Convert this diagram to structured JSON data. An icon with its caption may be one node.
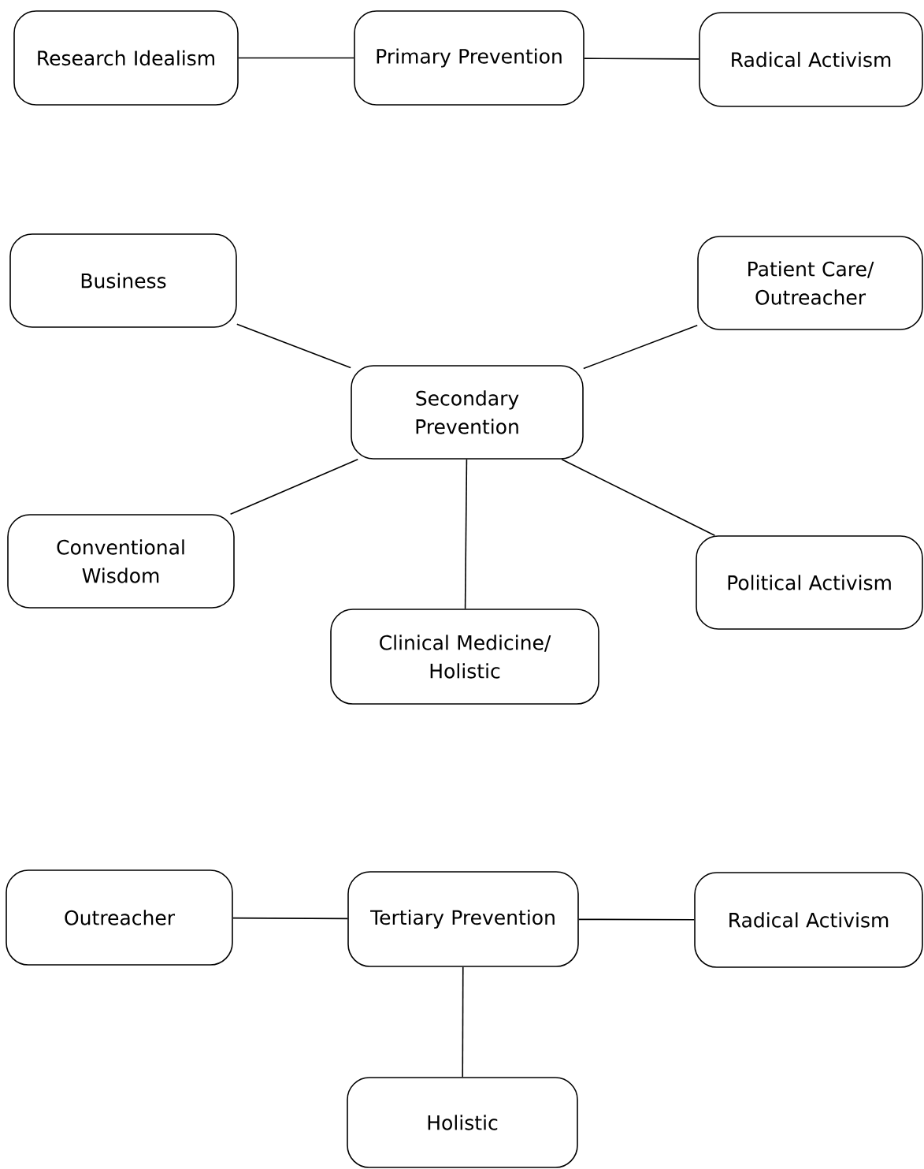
{
  "diagram": {
    "nodes": [
      {
        "text": [
          "Research Idealism"
        ]
      },
      {
        "text": [
          "Primary Prevention"
        ]
      },
      {
        "text": [
          "Radical Activism"
        ]
      },
      {
        "text": [
          "Business"
        ]
      },
      {
        "text": [
          "Patient Care/ Outreacher"
        ]
      },
      {
        "text": [
          "Secondary Prevention"
        ]
      },
      {
        "text": [
          "Conventional Wisdom"
        ]
      },
      {
        "text": [
          "Political Activism"
        ]
      },
      {
        "text": [
          "Clinical Medicine/ Holistic"
        ]
      },
      {
        "text": [
          "Outreacher"
        ]
      },
      {
        "text": [
          "Tertiary Prevention"
        ]
      },
      {
        "text": [
          "Radical Activism"
        ]
      },
      {
        "text": [
          "Holistic"
        ]
      }
    ],
    "edges": [
      {
        "from": 0,
        "to": 1,
        "arrow": "none"
      },
      {
        "from": 1,
        "to": 2,
        "arrow": "none"
      },
      {
        "from": 3,
        "to": 5,
        "arrow": "none"
      },
      {
        "from": 4,
        "to": 5,
        "arrow": "none"
      },
      {
        "from": 6,
        "to": 5,
        "arrow": "none"
      },
      {
        "from": 7,
        "to": 5,
        "arrow": "none"
      },
      {
        "from": 8,
        "to": 5,
        "arrow": "none"
      },
      {
        "from": 9,
        "to": 10,
        "arrow": "none"
      },
      {
        "from": 10,
        "to": 11,
        "arrow": "none"
      },
      {
        "from": 10,
        "to": 12,
        "arrow": "none"
      }
    ]
  }
}
